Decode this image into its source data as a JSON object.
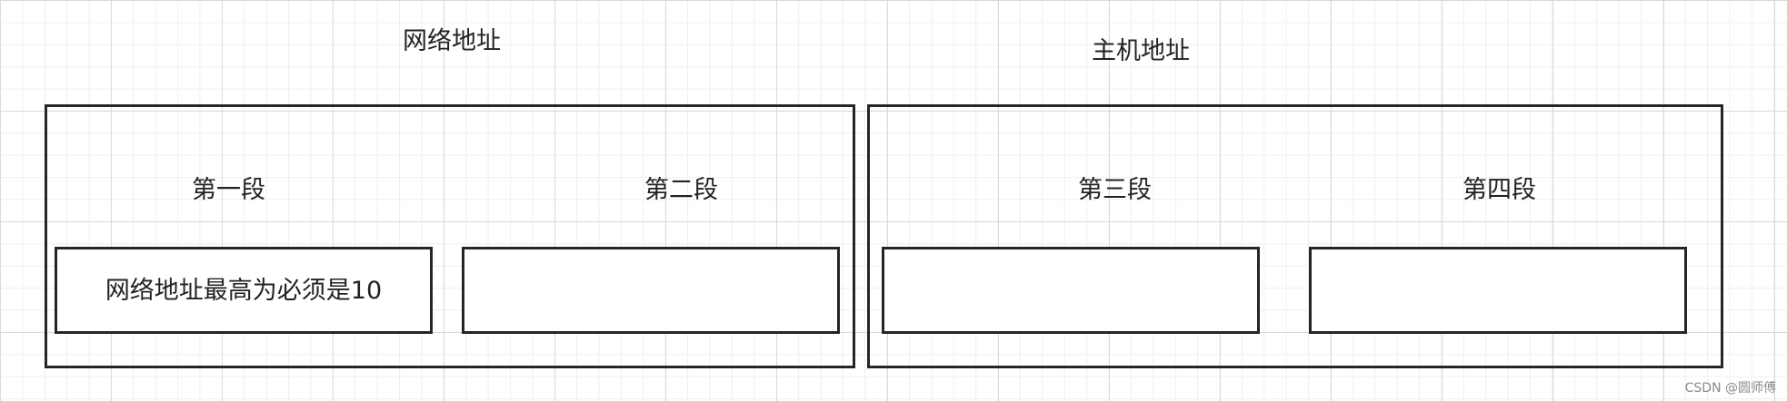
{
  "diagram": {
    "network": {
      "title": "网络地址",
      "segments": [
        {
          "label": "第一段",
          "cell_text": "网络地址最高为必须是10"
        },
        {
          "label": "第二段",
          "cell_text": ""
        }
      ]
    },
    "host": {
      "title": "主机地址",
      "segments": [
        {
          "label": "第三段",
          "cell_text": ""
        },
        {
          "label": "第四段",
          "cell_text": ""
        }
      ]
    }
  },
  "watermark": "CSDN @圆师傅",
  "colors": {
    "stroke": "#22262b",
    "grid_major": "#d9d9d9",
    "grid_minor": "#efefef"
  }
}
